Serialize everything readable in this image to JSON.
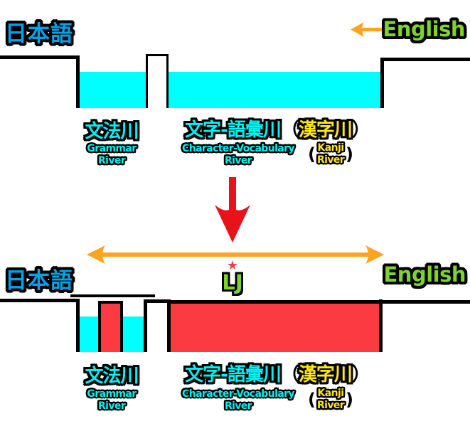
{
  "palette": {
    "japanese_blue": "#00A2E8",
    "water_cyan": "#00FFFF",
    "label_cyan": "#00F2F2",
    "english_green": "#7ED42C",
    "kanji_yellow": "#FFE619",
    "arrow_orange": "#FFA41C",
    "down_arrow_red": "#E8121A",
    "river_fill_red": "#FB3A42",
    "star_red": "#EF4050",
    "outline_black": "#000000"
  },
  "top_section": {
    "japanese": "日本語",
    "english": "English",
    "direction_icon": "left-arrow"
  },
  "rivers": {
    "grammar": {
      "jp": "文法川",
      "en1": "Grammar",
      "en2": "River"
    },
    "charvocab": {
      "jp": "文字-語彙川",
      "en1": "Character-Vocabulary",
      "en2": "River"
    },
    "kanji": {
      "jp": "漢字川",
      "en1": "Kanji",
      "en2": "River",
      "open": "（",
      "close": "）",
      "open_small": "(",
      "close_small": ")"
    }
  },
  "transform": {
    "star": "★",
    "label": "LJ"
  },
  "bottom_section": {
    "japanese": "日本語",
    "english": "English"
  }
}
